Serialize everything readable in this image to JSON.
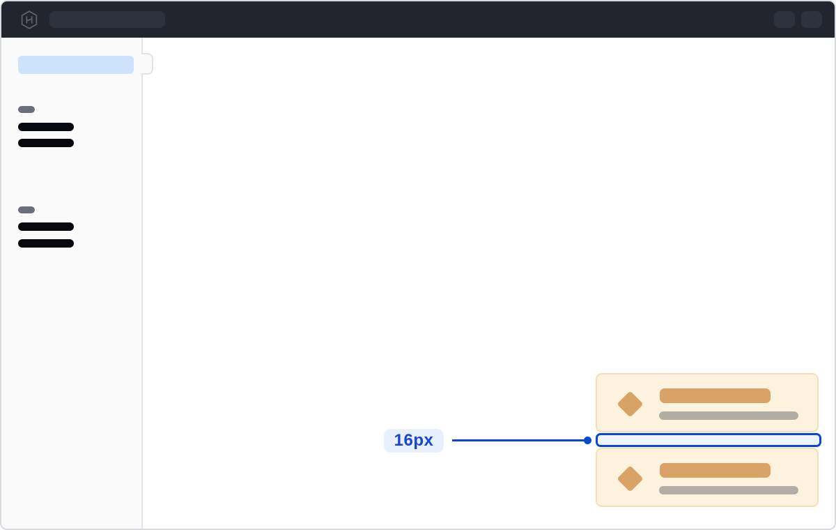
{
  "window": {
    "background": "#ffffff",
    "border_color": "#d9dadd"
  },
  "topbar": {
    "background": "#22252d",
    "logo_icon": "hashicorp-logo-icon",
    "logo_color": "#5d616a",
    "search_skeleton_color": "#2e323c",
    "action_button_color": "#2e323c",
    "action_button_count": 2
  },
  "sidebar": {
    "background": "#fafafa",
    "border_color": "#e2e3e7",
    "active_item_color": "#cde2fc",
    "section_label_color": "#6a6f78",
    "item_bar_color": "#07090e",
    "groups": [
      {
        "section_label_skeleton": true,
        "item_skeletons": 2
      },
      {
        "section_label_skeleton": true,
        "item_skeletons": 2
      }
    ]
  },
  "cards": {
    "count": 2,
    "background": "#fcf2dd",
    "border_color": "#f3dfb7",
    "icon": "diamond-icon",
    "icon_color": "#d9a368",
    "title_bar_color": "#d9a368",
    "subtitle_bar_color": "#b3aea4"
  },
  "annotation": {
    "label": "16px",
    "accent_color": "#0c48cf",
    "label_background": "#e8effd",
    "label_text_color": "#1547d1"
  }
}
